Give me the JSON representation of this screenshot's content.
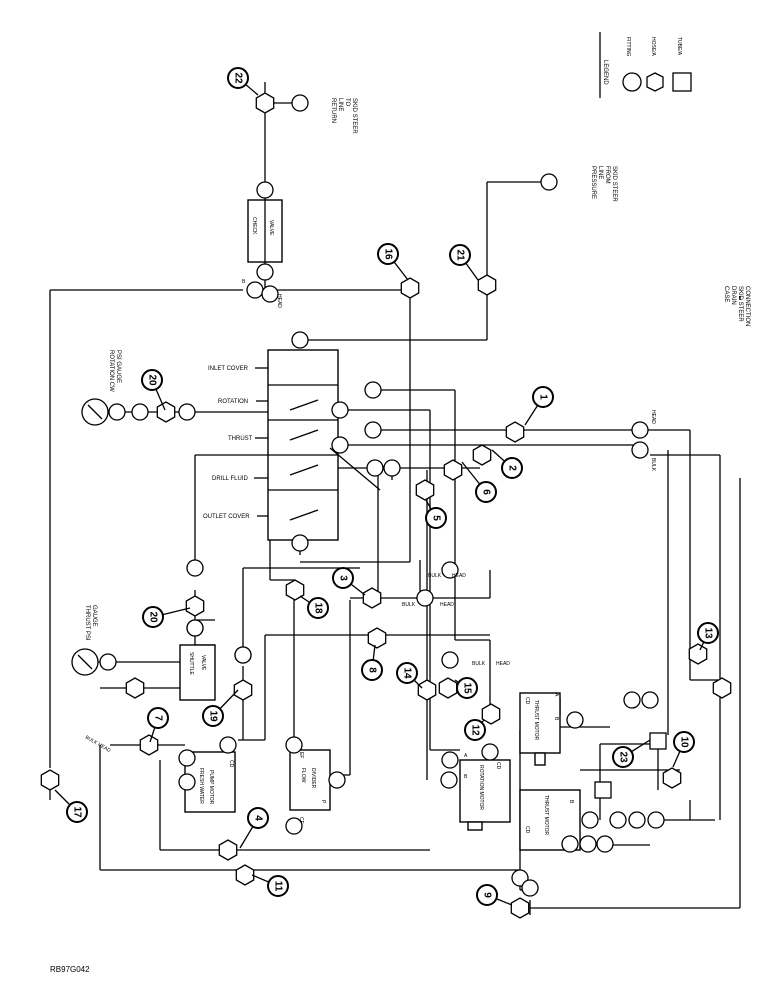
{
  "diagram": {
    "code": "RB97G042",
    "legend": {
      "title": "LEGEND",
      "fitting": "FITTING",
      "hose": "HOSE/A",
      "tube": "TUBE/A"
    },
    "notes": {
      "return_line": [
        "RETURN",
        "LINE",
        "TO",
        "SKID STEER"
      ],
      "pressure_line": [
        "PRESSURE",
        "LINE",
        "FROM",
        "SKID STEER"
      ],
      "case_drain": [
        "CASE",
        "DRAIN",
        "SKID STEER",
        "CONNECTION"
      ],
      "rotation_gauge": [
        "ROTATION CW",
        "PSI GAUGE"
      ],
      "thrust_gauge": [
        "THRUST PSI",
        "GAUGE"
      ]
    },
    "valve_sections": [
      "INLET COVER",
      "ROTATION",
      "THRUST",
      "DRILL FLUID",
      "OUTLET COVER"
    ],
    "components": {
      "check_valve": [
        "CHECK",
        "VALVE"
      ],
      "shuttle_valve": [
        "SHUTTLE",
        "VALVE"
      ],
      "pump_motor": [
        "FRESH WATER",
        "PUMP MOTOR"
      ],
      "flow_divider": [
        "FLOW",
        "DIVIDER"
      ],
      "rotation_motor": "ROTATION MOTOR",
      "thrust_motor_upper": "THRUST MOTOR",
      "thrust_motor_lower": "THRUST MOTOR"
    },
    "ports": {
      "a": "A",
      "b": "B",
      "cd": "CD",
      "ef": "EF",
      "cf": "CF",
      "p": "P",
      "head": "HEAD",
      "bulk": "BULK",
      "bulk_head": "BULK HEAD"
    },
    "callouts": [
      "1",
      "2",
      "3",
      "4",
      "5",
      "6",
      "7",
      "8",
      "9",
      "10",
      "11",
      "12",
      "13",
      "14",
      "15",
      "16",
      "17",
      "18",
      "19",
      "20",
      "20",
      "21",
      "22",
      "23"
    ]
  }
}
